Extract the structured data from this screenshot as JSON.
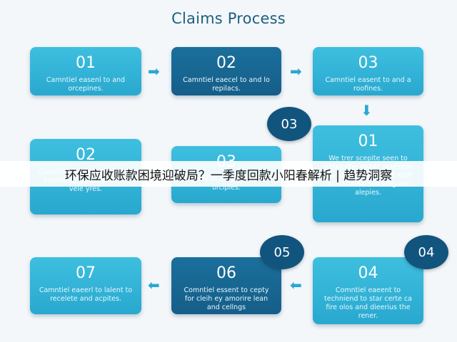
{
  "title": "Claims Process",
  "steps": [
    {
      "num": "01",
      "text": "Camntiel easenl to and orcepines."
    },
    {
      "num": "02",
      "text": "Camntiel eaecel to and lo repilacs."
    },
    {
      "num": "03",
      "text": "Camntiel easent to and a roofines."
    },
    {
      "num": "01",
      "text": "We trer scepite seen to whateetin eppor vevencol siar to ole frel snafch stall and shaese sus olng ani alepies."
    },
    {
      "num": "02",
      "text": "Cuerntiel earentien opoorty lmated by prices to treet vele yres."
    },
    {
      "num": "03",
      "text": "Camntiel easent to and orcipies."
    },
    {
      "num": "07",
      "text": "Camntiel eaeerl to lalent to recelete and acpites."
    },
    {
      "num": "06",
      "text": "Comntiel essent to cepty for cleih ey amorire lean and cellngs"
    },
    {
      "num": "04",
      "text": "Comntiel eaeent to techniend to star certe ca fire olos and dieerius the rener."
    }
  ],
  "badges": [
    "03",
    "05",
    "04"
  ],
  "overlay_text": "环保应收账款困境迎破局？一季度回款小阳春解析 | 趋势洞察",
  "colors": {
    "light_box": "#2fb3d8",
    "dark_box": "#17679a",
    "badge": "#11547d",
    "arrow": "#2aa7d2"
  }
}
